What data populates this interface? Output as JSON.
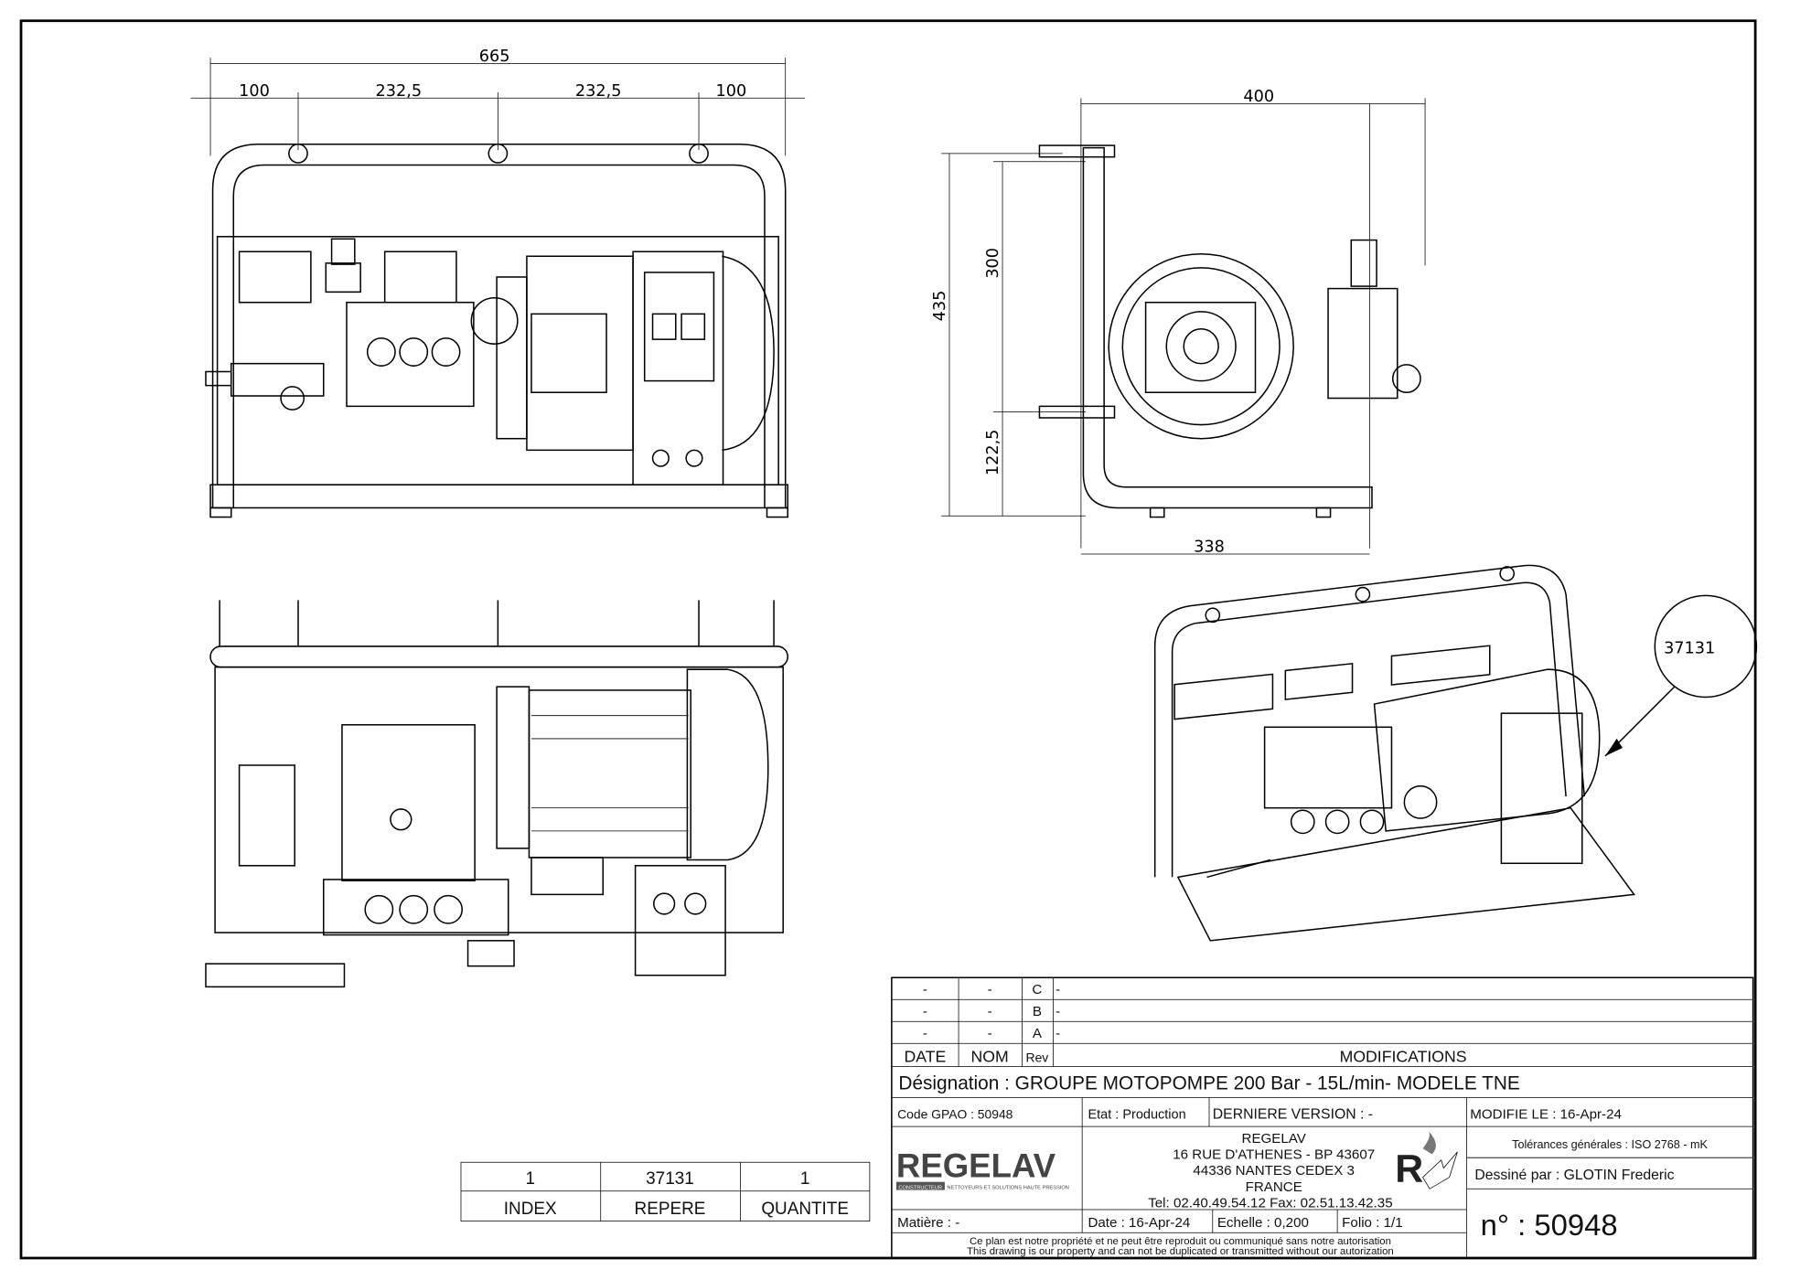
{
  "dimensions": {
    "front_total": "665",
    "front_seg1": "100",
    "front_seg2": "232,5",
    "front_seg3": "232,5",
    "front_seg4": "100",
    "side_width": "400",
    "side_height_total": "435",
    "side_height_300": "300",
    "side_height_122": "122,5",
    "side_base": "338"
  },
  "balloon": "37131",
  "bom": {
    "values": {
      "index": "1",
      "repere": "37131",
      "quantite": "1"
    },
    "headers": {
      "index": "INDEX",
      "repere": "REPERE",
      "quantite": "QUANTITE"
    }
  },
  "revisions": [
    {
      "date": "-",
      "nom": "-",
      "rev": "C",
      "mod": "-"
    },
    {
      "date": "-",
      "nom": "-",
      "rev": "B",
      "mod": "-"
    },
    {
      "date": "-",
      "nom": "-",
      "rev": "A",
      "mod": "-"
    }
  ],
  "rev_headers": {
    "date": "DATE",
    "nom": "NOM",
    "rev": "Rev",
    "modifications": "MODIFICATIONS"
  },
  "designation": "Désignation : GROUPE MOTOPOMPE 200 Bar - 15L/min- MODELE TNE",
  "code_gpao": "Code GPAO : 50948",
  "etat": "Etat : Production",
  "derniere_version": "DERNIERE VERSION : -",
  "modifie_le": "MODIFIE LE : 16-Apr-24",
  "company": {
    "logo": "REGELAV",
    "logo_tagline_1": "CONSTRUCTEUR",
    "logo_tagline_2": "NETTOYEURS ET SOLUTIONS HAUTE PRESSION",
    "name": "REGELAV",
    "address1": "16 RUE D'ATHENES - BP 43607",
    "address2": "44336 NANTES CEDEX 3",
    "country": "FRANCE",
    "phone": "Tel:   02.40.49.54.12   Fax:  02.51.13.42.35"
  },
  "tolerances": "Tolérances générales : ISO 2768 - mK",
  "dessine_par": "Dessiné par : GLOTIN Frederic",
  "matiere": "Matière : -",
  "date": "Date : 16-Apr-24",
  "echelle": "Echelle : 0,200",
  "folio": "Folio : 1/1",
  "numero": "n° : 50948",
  "disclaimer_fr": "Ce plan est notre propriété et ne peut être reproduit ou communiqué sans notre autorisation",
  "disclaimer_en": "This drawing is our property and can not be duplicated or transmitted without our autorization"
}
